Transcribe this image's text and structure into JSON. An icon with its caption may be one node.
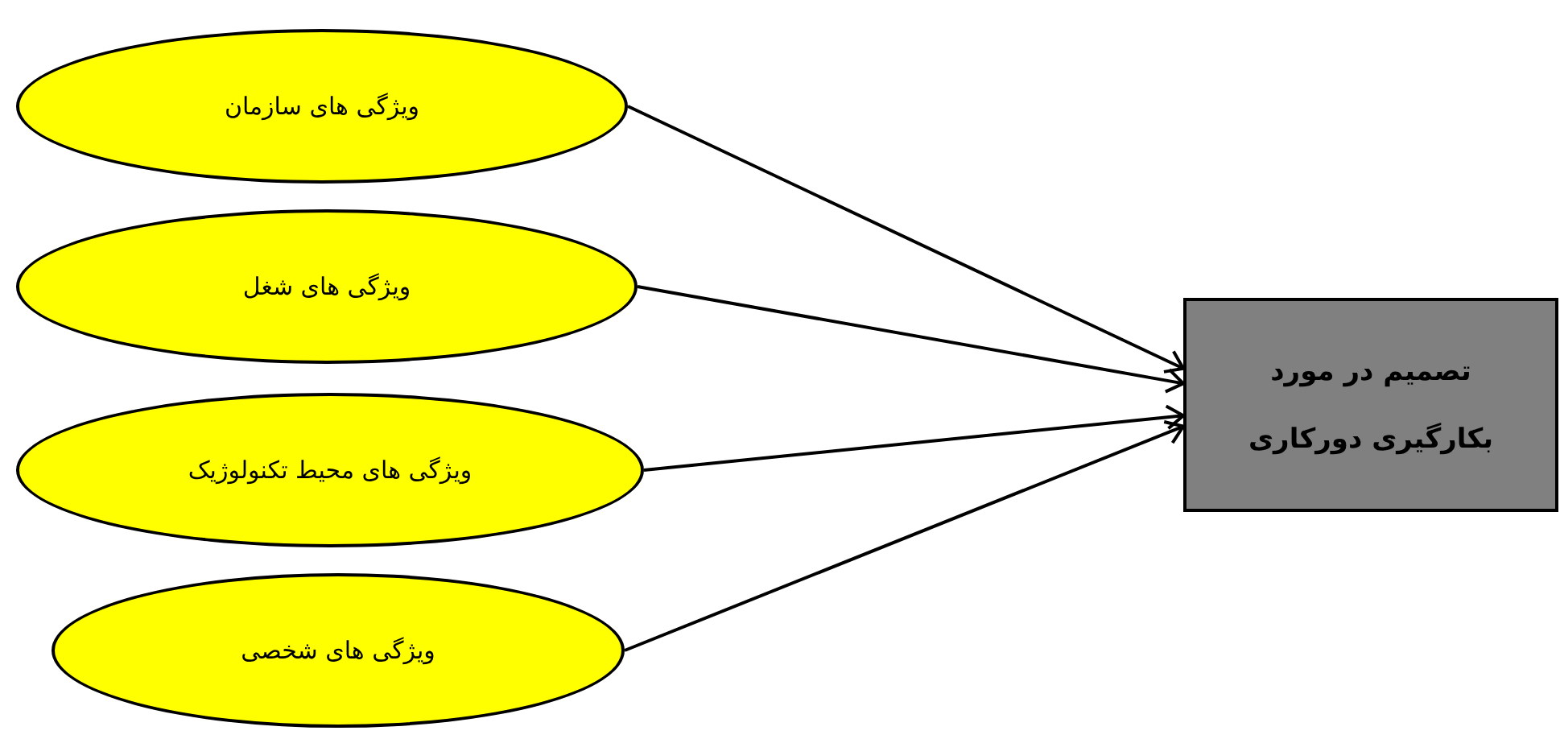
{
  "diagram": {
    "nodes": [
      {
        "text": [
          "ویژگی های سازمان"
        ]
      },
      {
        "text": [
          "ویژگی های شغل"
        ]
      },
      {
        "text": [
          "ویژگی های محیط تکنولوژیک"
        ]
      },
      {
        "text": [
          "ویژگی های شخصی"
        ]
      },
      {
        "text": [
          "تصمیم در مورد بکارگیری دورکاری"
        ]
      }
    ],
    "edges": [
      {
        "from": 0,
        "to": 4,
        "arrow": "to"
      },
      {
        "from": 1,
        "to": 4,
        "arrow": "to"
      },
      {
        "from": 2,
        "to": 4,
        "arrow": "to"
      },
      {
        "from": 3,
        "to": 4,
        "arrow": "to"
      }
    ]
  }
}
